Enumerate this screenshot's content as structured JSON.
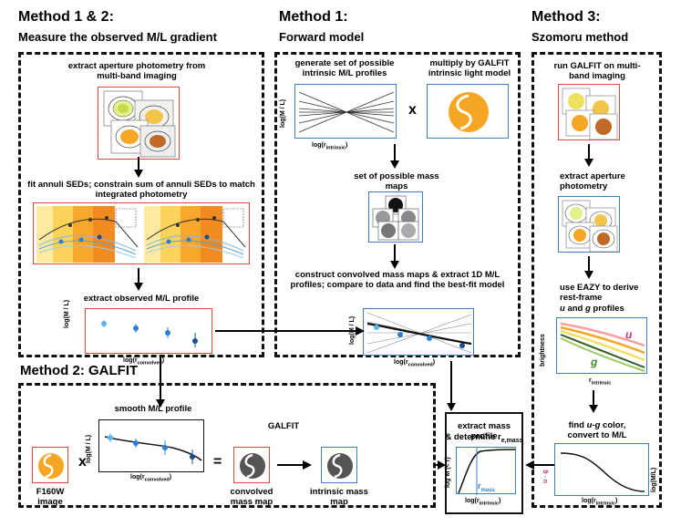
{
  "methods": {
    "m12_title": "Method 1 & 2:",
    "m12_subtitle": "Measure the observed M/L gradient",
    "m1_title": "Method 1:",
    "m1_subtitle": "Forward model",
    "m3_title": "Method 3:",
    "m3_subtitle": "Szomoru method",
    "m2_title": "Method 2: GALFIT"
  },
  "m12": {
    "step1": "extract aperture photometry from multi-band imaging",
    "step2": "fit annuli SEDs; constrain sum of annuli SEDs to match integrated photometry",
    "step3": "extract observed M/L profile",
    "ylabel": "log(M / L)",
    "xlabel": "log(r",
    "xsub": "convolved",
    "xclose": ")"
  },
  "m1": {
    "step1a": "generate set of possible intrinsic M/L profiles",
    "step1b": "multiply by GALFIT intrinsic light model",
    "ylabel": "log(M / L)",
    "xlabel": "log(r",
    "xsub": "intrinsic",
    "xclose": ")",
    "times": "x",
    "step2": "set of possible mass maps",
    "step3": "construct convolved mass maps & extract 1D M/L profiles; compare to data and find the best-fit model",
    "ylabel2": "log(M / L)",
    "xlabel2": "log(r",
    "xsub2": "convolved",
    "xclose2": ")"
  },
  "m3": {
    "step1": "run GALFIT on multi-band imaging",
    "step2": "extract aperture photometry",
    "step3a": "use EAZY to derive rest-frame",
    "step3b_u": "u",
    "step3b_and": " and ",
    "step3b_g": "g",
    "step3b_rest": " profiles",
    "ylabel": "brightness",
    "curve_u": "u",
    "curve_g": "g",
    "xlabel": "r",
    "xsub": "intrinsic",
    "step4a": "find ",
    "step4b": "u-g",
    "step4c": " color,",
    "step4d": "convert to M/L",
    "ug_label": "u - g",
    "ml_label": "log(M/L)",
    "xlabel2": "log(r",
    "xsub2": "intrinsic",
    "xclose2": ")"
  },
  "m2": {
    "smooth": "smooth M/L profile",
    "galfit": "GALFIT",
    "times": "x",
    "equals": "=",
    "ylabel": "log(M / L)",
    "xlabel": "log(r",
    "xsub": "convolved",
    "xclose": ")",
    "f160w": "F160W image",
    "convolved": "convolved mass map",
    "intrinsic": "intrinsic mass map"
  },
  "final": {
    "line1": "extract mass profile",
    "line2a": "& determine r",
    "line2sub": "e,mass",
    "ylabel": "log M (< r)",
    "rmass": "r",
    "rmass_sub": "mass",
    "xlabel": "log(r",
    "xsub": "intrinsic",
    "xclose": ")"
  },
  "colors": {
    "red_border": "#d94a3a",
    "blue_border": "#3a7fc1",
    "point_light": "#5ab4f0",
    "point_mid": "#2a7fd0",
    "point_dark": "#1a4f8a",
    "galaxy_orange": "#f5a623",
    "u_color": "#c8327a",
    "g_color": "#3c8c28"
  }
}
